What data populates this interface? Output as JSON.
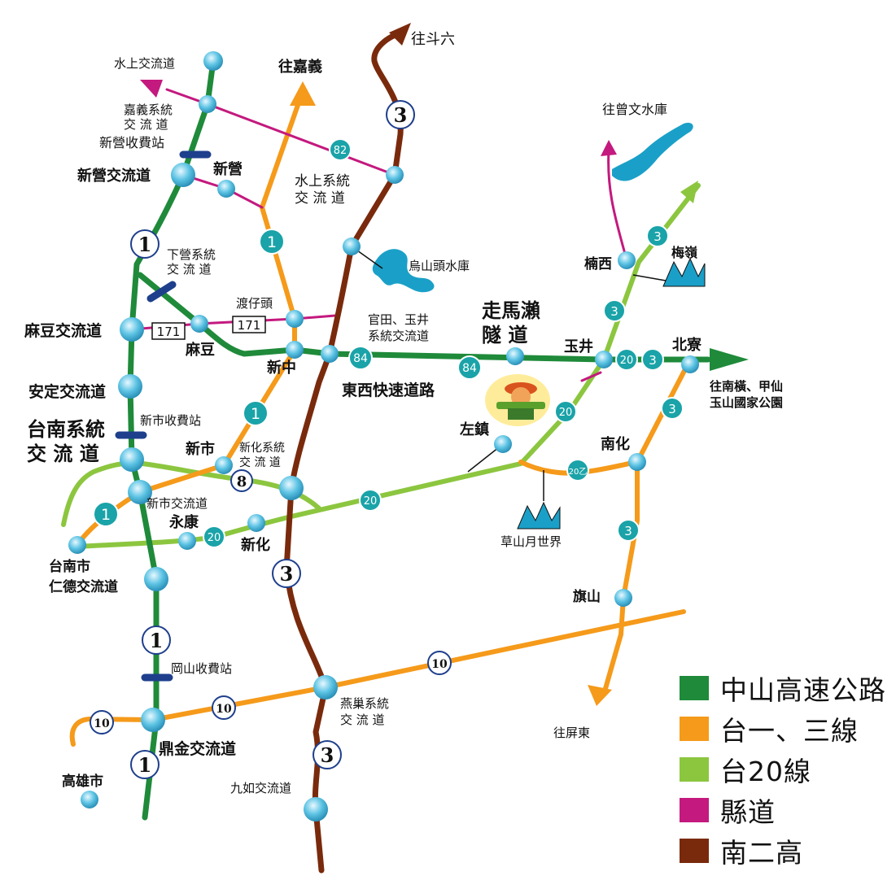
{
  "colors": {
    "freeway1": "#1f8a3a",
    "route1_3": "#f59a1a",
    "route20": "#8cc63f",
    "county": "#c4197e",
    "freeway3": "#7a2a0c",
    "node": "#5ec4e4",
    "badge_green": "#1aa3a8",
    "water": "#1aa0c8",
    "toll": "#1e3f8c"
  },
  "directions": {
    "douliu": "往斗六",
    "chiayi": "往嘉義",
    "zengwen": "往曾文水庫",
    "nanheng": "往南橫、甲仙",
    "yushan": "玉山國家公園",
    "pingtung": "往屏東"
  },
  "labels": {
    "shuishang_ic": "水上交流道",
    "chiayi_sys_1": "嘉義系統",
    "chiayi_sys_2": "交 流 道",
    "xinying_toll": "新營收費站",
    "xinying_ic": "新營交流道",
    "xinying": "新營",
    "shuishang_sys_1": "水上系統",
    "shuishang_sys_2": "交 流 道",
    "xiaying_sys_1": "下營系統",
    "xiaying_sys_2": "交 流 道",
    "wushantou": "烏山頭水庫",
    "nanxi": "楠西",
    "meiling": "梅嶺",
    "duzaitou": "渡仔頭",
    "madou_ic": "麻豆交流道",
    "madou": "麻豆",
    "guantian_1": "官田、玉井",
    "guantian_2": "系統交流道",
    "zoumalai_1": "走馬瀨",
    "zoumalai_2": "隧 道",
    "yujing": "玉井",
    "beiliao": "北寮",
    "xinzhong": "新中",
    "dongxi": "東西快速道路",
    "anding_ic": "安定交流道",
    "xinshi_toll": "新市收費站",
    "tainan_sys_1": "台南系統",
    "tainan_sys_2": "交 流 道",
    "zuozhen": "左鎮",
    "nanhua": "南化",
    "xinshi": "新市",
    "xinhua_sys_1": "新化系統",
    "xinhua_sys_2": "交 流 道",
    "xinshi_ic": "新市交流道",
    "yongkang": "永康",
    "xinhua": "新化",
    "caoshan": "草山月世界",
    "tainan_city": "台南市",
    "rende_ic": "仁德交流道",
    "qishan": "旗山",
    "gangshan_toll": "岡山收費站",
    "yanchao_sys_1": "燕巢系統",
    "yanchao_sys_2": "交 流 道",
    "dingjin_ic": "鼎金交流道",
    "kaohsiung_city": "高雄市",
    "jiuru_ic": "九如交流道"
  },
  "route_badges": {
    "r82": "82",
    "r84": "84",
    "r20": "20",
    "r20b": "20乙",
    "r3": "3",
    "r1": "1",
    "r171": "171",
    "r8": "8",
    "r10": "10"
  },
  "legend": [
    {
      "label": "中山高速公路",
      "color": "#1f8a3a"
    },
    {
      "label": "台一、三線",
      "color": "#f59a1a"
    },
    {
      "label": "台20線",
      "color": "#8cc63f"
    },
    {
      "label": "縣道",
      "color": "#c4197e"
    },
    {
      "label": "南二高",
      "color": "#7a2a0c"
    }
  ]
}
